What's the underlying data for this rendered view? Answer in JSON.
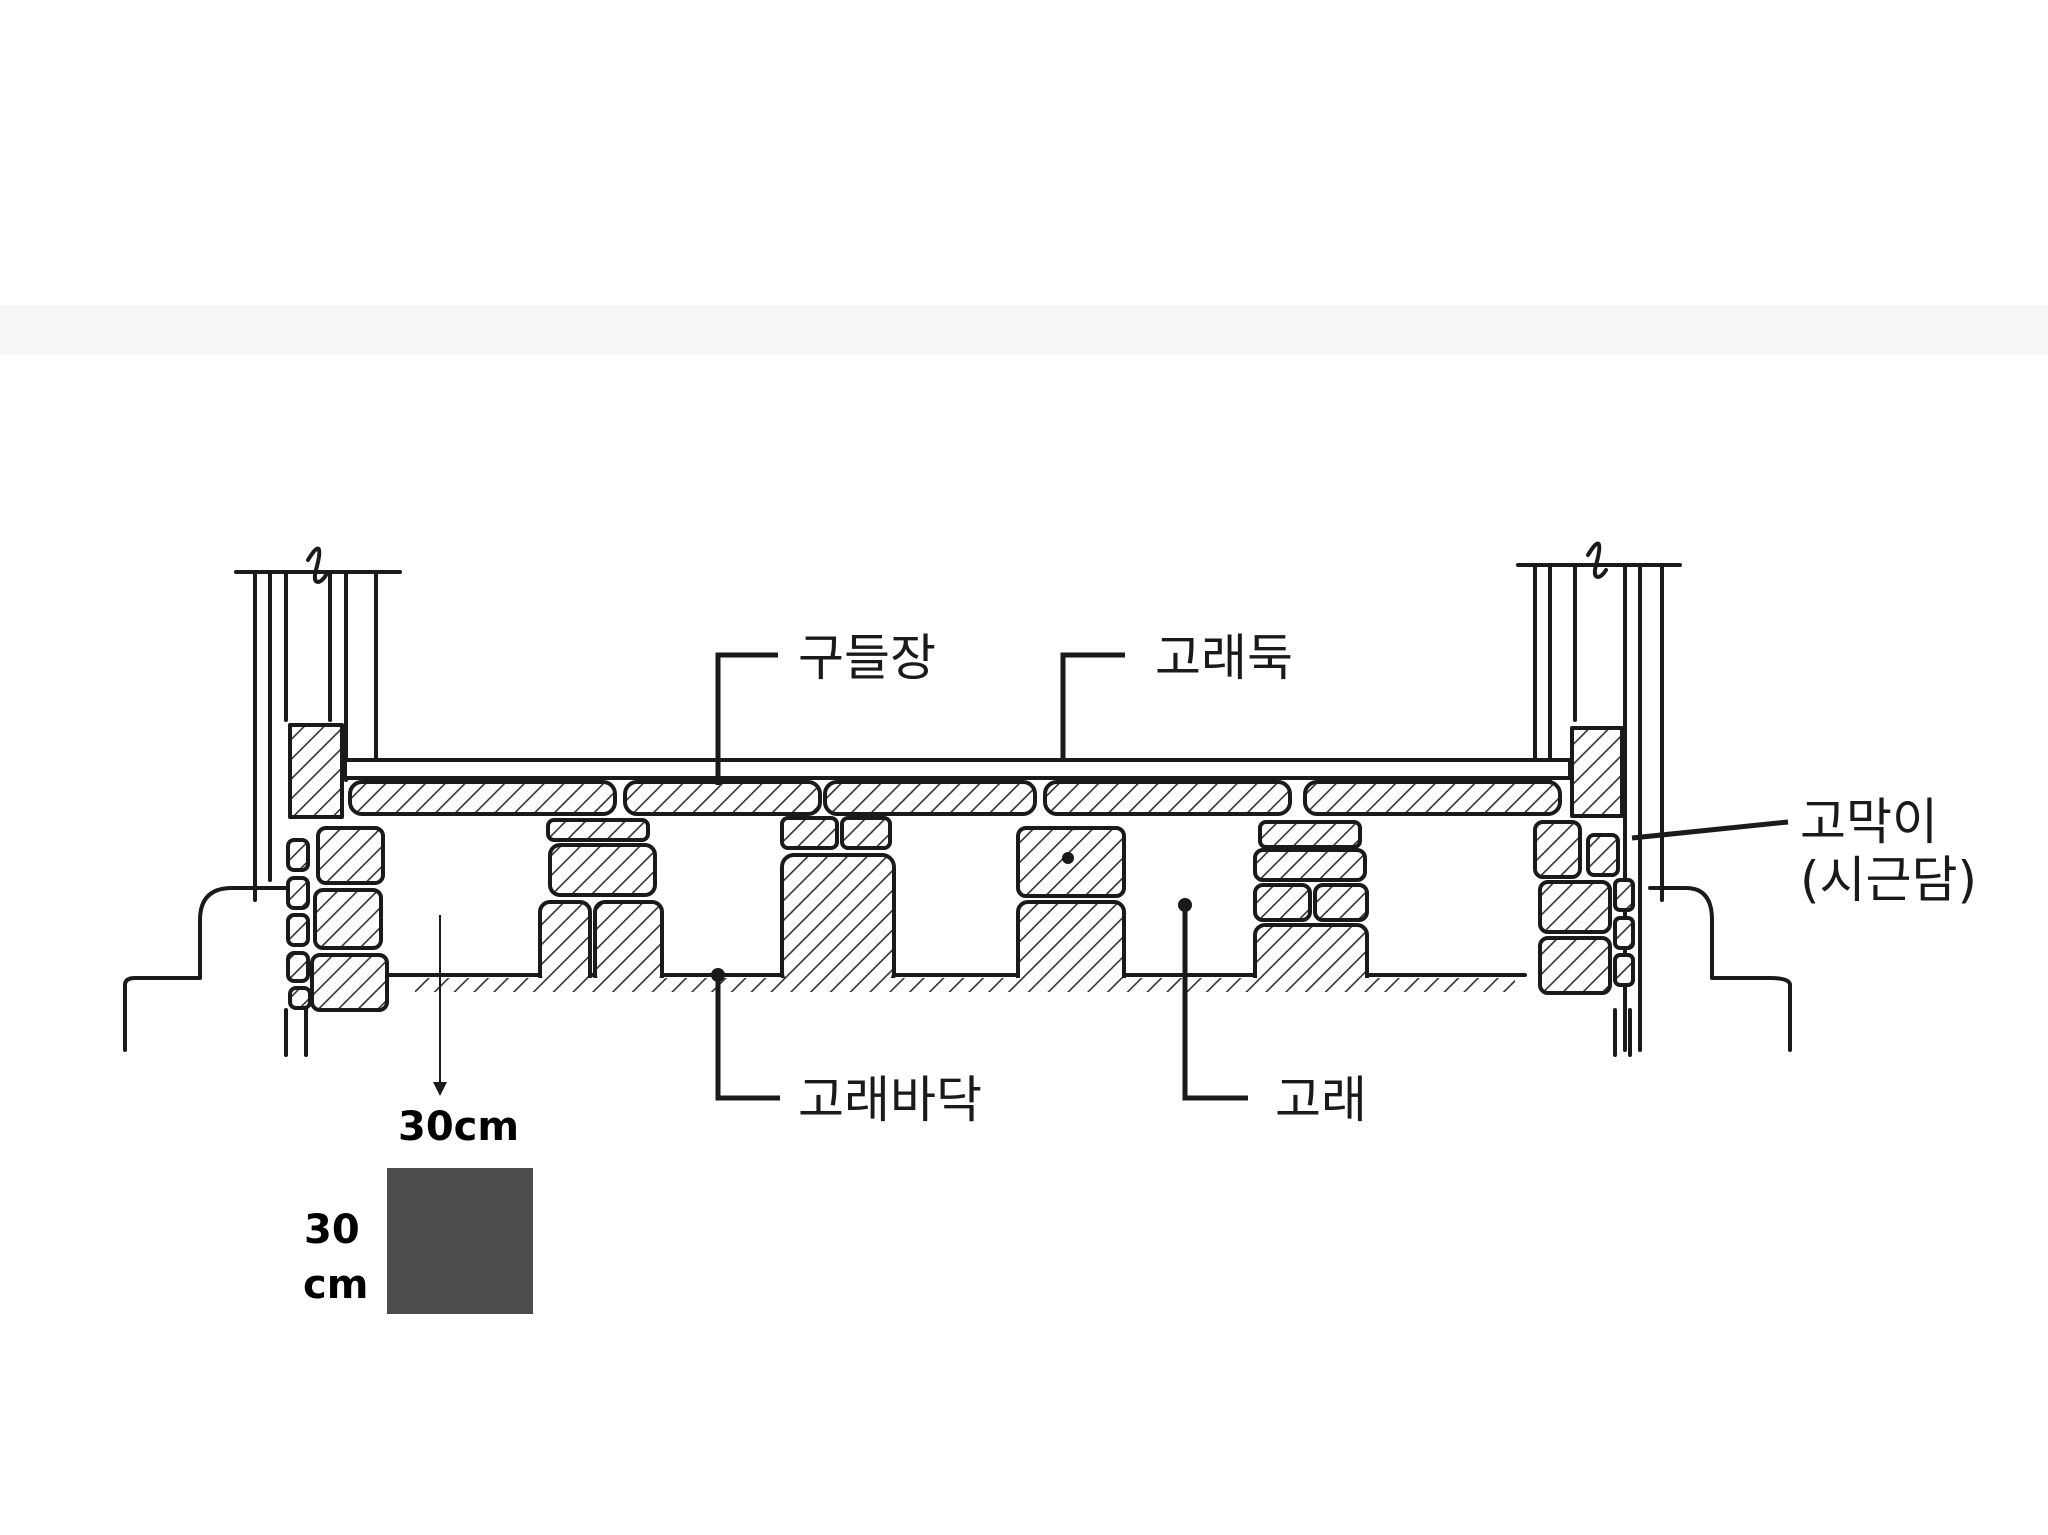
{
  "labels": {
    "gudeuljang": "구들장",
    "goraeduk": "고래둑",
    "gomagi_line1": "고막이",
    "gomagi_line2": "(시근담)",
    "gorae_badak": "고래바닥",
    "gorae": "고래"
  },
  "scale": {
    "horizontal_label": "30cm",
    "vertical_label_line1": "30",
    "vertical_label_line2": "cm",
    "box_color": "#4d4d4f"
  },
  "colors": {
    "line": "#1a1a1a",
    "hatch": "#333333",
    "background": "#ffffff"
  }
}
